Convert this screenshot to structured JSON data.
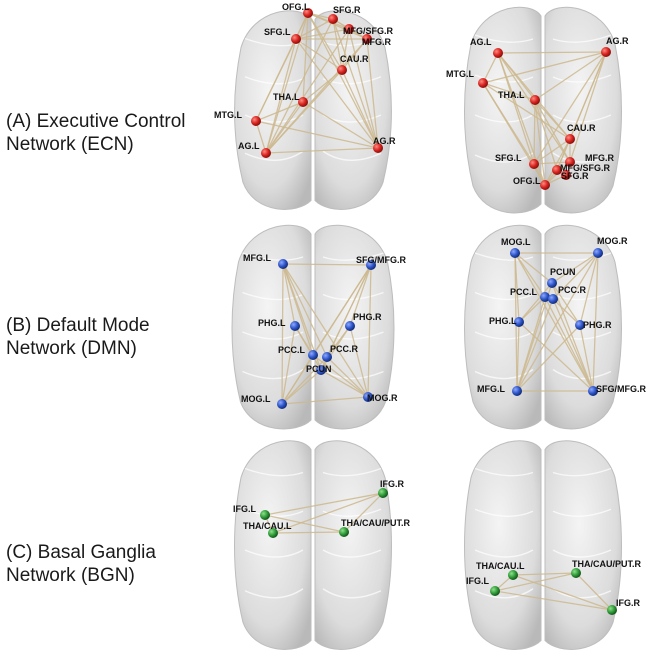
{
  "rows": [
    {
      "title_line1": "(A) Executive Control",
      "title_line2": "Network (ECN)",
      "node_color": "#d8231f",
      "left_nodes": [
        "OFG.L",
        "SFG.R",
        "SFG.L",
        "MFG/SFG.R",
        "MFG.R",
        "CAU.R",
        "THA.L",
        "MTG.L",
        "AG.L",
        "AG.R"
      ],
      "right_nodes": [
        "AG.L",
        "AG.R",
        "MTG.L",
        "THA.L",
        "CAU.R",
        "MFG.R",
        "SFG.L",
        "MFG/SFG.R",
        "OFG.L",
        "SFG.R"
      ]
    },
    {
      "title_line1": "(B) Default Mode",
      "title_line2": "Network (DMN)",
      "node_color": "#2d55c8",
      "left_nodes": [
        "MFG.L",
        "SFG/MFG.R",
        "PHG.L",
        "PHG.R",
        "PCC.L",
        "PCC.R",
        "PCUN",
        "MOG.L",
        "MOG.R"
      ],
      "right_nodes": [
        "MOG.L",
        "MOG.R",
        "PCUN",
        "PCC.L",
        "PCC.R",
        "PHG.L",
        "PHG.R",
        "MFG.L",
        "SFG/MFG.R"
      ]
    },
    {
      "title_line1": "(C) Basal Ganglia",
      "title_line2": "Network (BGN)",
      "node_color": "#2e9a38",
      "left_nodes": [
        "IFG.L",
        "IFG.R",
        "THA/CAU.L",
        "THA/CAU/PUT.R"
      ],
      "right_nodes": [
        "THA/CAU.L",
        "THA/CAU/PUT.R",
        "IFG.L",
        "IFG.R"
      ]
    }
  ]
}
